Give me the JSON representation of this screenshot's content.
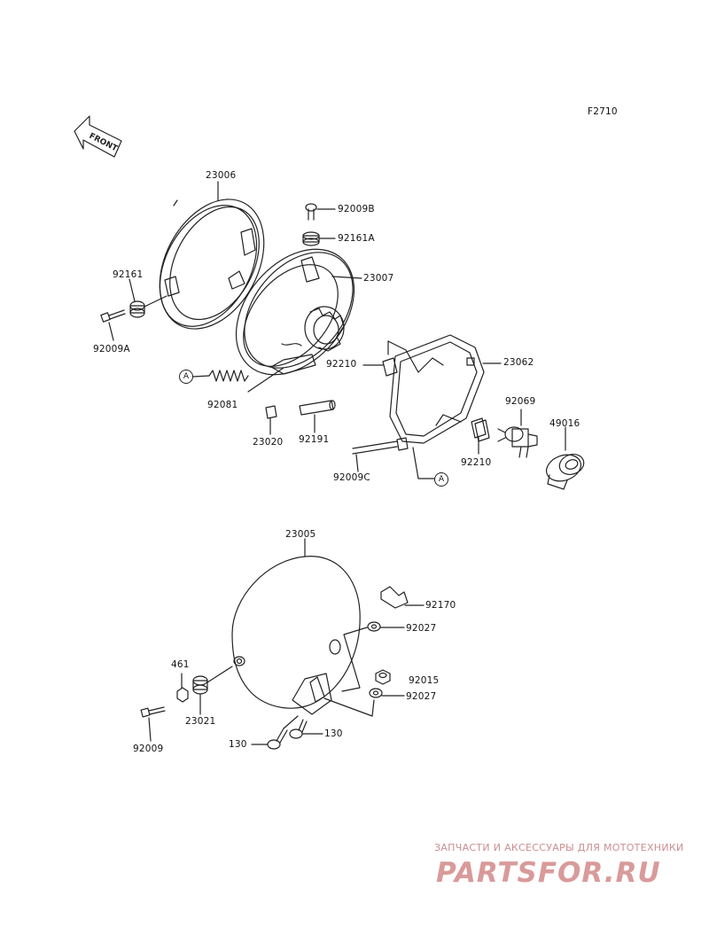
{
  "figure_code": "F2710",
  "front_label": "FRONT",
  "ref_mark": "A",
  "parts": {
    "p23006": "23006",
    "p92009B": "92009B",
    "p92161A": "92161A",
    "p23007": "23007",
    "p92161": "92161",
    "p92009A": "92009A",
    "p92081": "92081",
    "p23020": "23020",
    "p92191": "92191",
    "p92210_top": "92210",
    "p23062": "23062",
    "p92069": "92069",
    "p49016": "49016",
    "p92009C": "92009C",
    "p92210_bottom": "92210",
    "p23005": "23005",
    "p92170": "92170",
    "p92027_top": "92027",
    "p461": "461",
    "p92015": "92015",
    "p92027_bottom": "92027",
    "p23021": "23021",
    "p92009": "92009",
    "p130_left": "130",
    "p130_right": "130"
  },
  "watermark": {
    "tagline": "ЗАПЧАСТИ И АКСЕССУАРЫ ДЛЯ МОТОТЕХНИКИ",
    "brand": "PARTSFOR.RU"
  }
}
